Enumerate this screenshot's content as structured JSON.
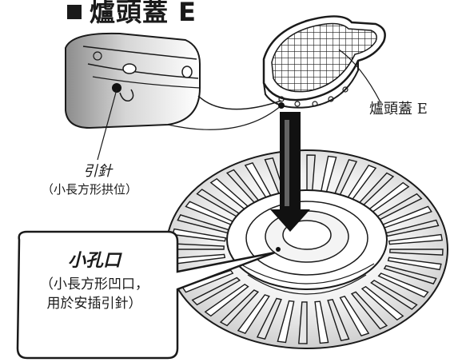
{
  "title": "爐頭蓋 E",
  "labels": {
    "lid": "爐頭蓋 E",
    "pin": "引針",
    "pin_note": "（小長方形拱位）",
    "callout_heading": "小孔口",
    "callout_line1": "（小長方形凹口，",
    "callout_line2": "用於安插引針）"
  },
  "colors": {
    "ink": "#1a1a1a",
    "arrow": "#111111",
    "shade": "#9a9a9a"
  },
  "icons": {
    "title_marker": "filled-square"
  }
}
